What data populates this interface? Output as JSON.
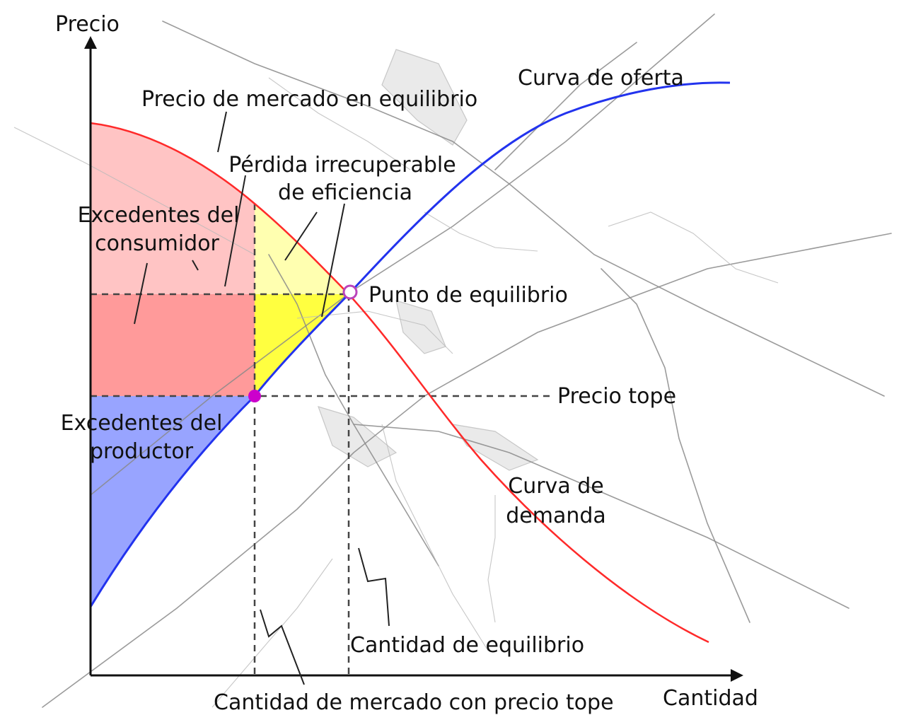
{
  "axes": {
    "y_label": "Precio",
    "x_label": "Cantidad"
  },
  "labels": {
    "market_price": "Precio de mercado en equilibrio",
    "supply_curve": "Curva de oferta",
    "deadweight_line1": "Pérdida irrecuperable",
    "deadweight_line2": "de eficiencia",
    "consumer_line1": "Excedentes del",
    "consumer_line2": "consumidor",
    "equilibrium_point": "Punto de equilibrio",
    "price_ceiling": "Precio tope",
    "producer_line1": "Excedentes del",
    "producer_line2": "productor",
    "demand_line1": "Curva de",
    "demand_line2": "demanda",
    "equilibrium_quantity": "Cantidad de equilibrio",
    "ceiling_quantity": "Cantidad de mercado con precio tope"
  },
  "colors": {
    "demand": "#ff2a2a",
    "supply": "#2233ee",
    "consumer_surplus_upper": "#ffc4c4",
    "consumer_surplus_lower": "#ff9a9a",
    "deadweight_upper": "#ffffb0",
    "deadweight_lower": "#ffff40",
    "producer_surplus": "#98a4ff",
    "ceiling_point": "#cc00cc",
    "equilibrium_point": "#bb44bb"
  }
}
